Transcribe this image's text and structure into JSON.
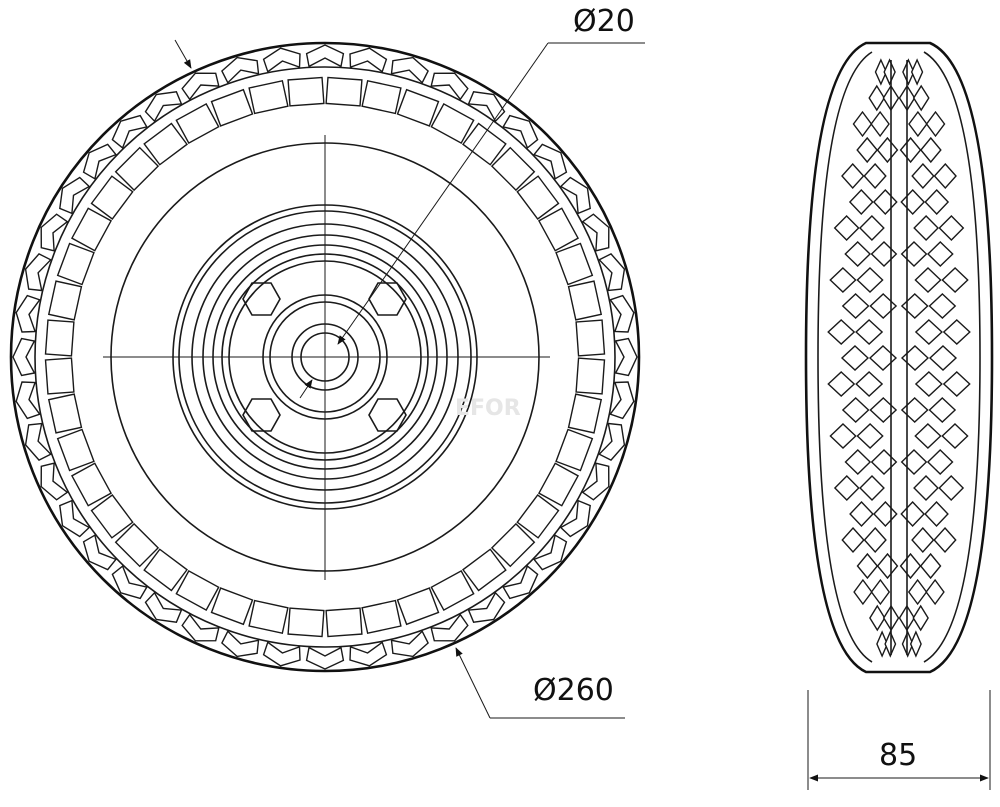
{
  "dimensions": {
    "bore_diameter": "Ø20",
    "wheel_diameter": "Ø260",
    "tread_width": "85"
  },
  "watermark": "EFOR"
}
